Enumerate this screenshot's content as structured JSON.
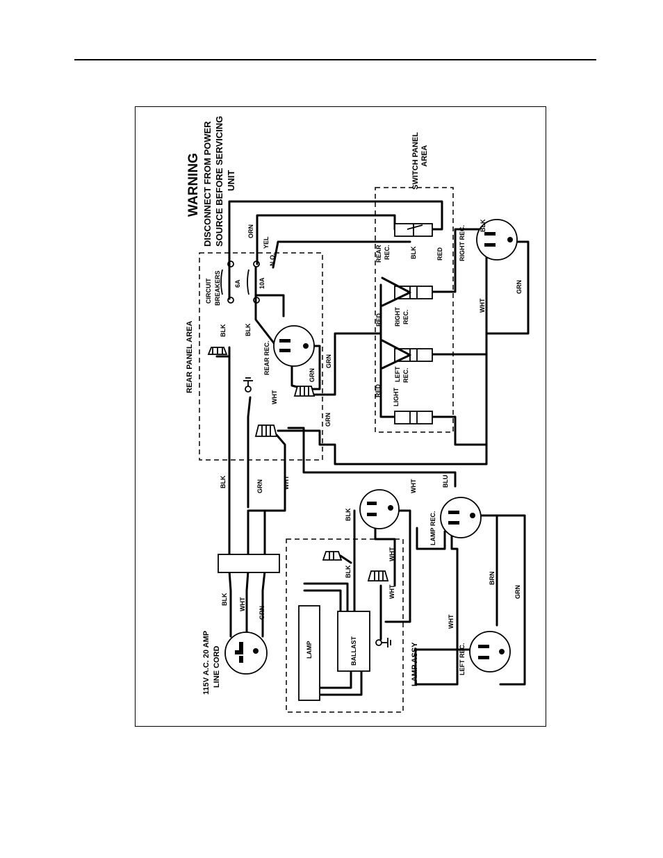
{
  "diagram": {
    "warning_title": "WARNING",
    "warning_text": [
      "DISCONNECT FROM POWER",
      "SOURCE BEFORE SERVICING",
      "UNIT"
    ],
    "switch_panel_label": [
      "SWITCH PANEL",
      "AREA"
    ],
    "rear_panel_label": "REAR PANEL AREA",
    "circuit_breakers_label": [
      "CIRCUIT",
      "BREAKERS"
    ],
    "breaker_6a": "6A",
    "breaker_10a": "10A",
    "no_label": "N.O.",
    "line_cord_label": [
      "115V A.C. 20 AMP",
      "LINE CORD"
    ],
    "lamp_assy_label": "LAMP ASSY",
    "lamp_label": "LAMP",
    "ballast_label": "BALLAST",
    "rear_rec_label": "REAR REC.",
    "lamp_rec_label": "LAMP REC.",
    "left_rec_label": "LEFT REC.",
    "right_rec_label": "RIGHT REC.",
    "switch_rear_rec": [
      "REAR",
      "REC."
    ],
    "switch_right_rec": [
      "RIGHT",
      "REC."
    ],
    "switch_left_rec": [
      "LEFT",
      "REC."
    ],
    "switch_light": "LIGHT",
    "wire_blk": "BLK",
    "wire_wht": "WHT",
    "wire_grn": "GRN",
    "wire_orn": "ORN",
    "wire_yel": "YEL",
    "wire_red": "RED",
    "wire_blu": "BLU",
    "wire_brn": "BRN"
  }
}
